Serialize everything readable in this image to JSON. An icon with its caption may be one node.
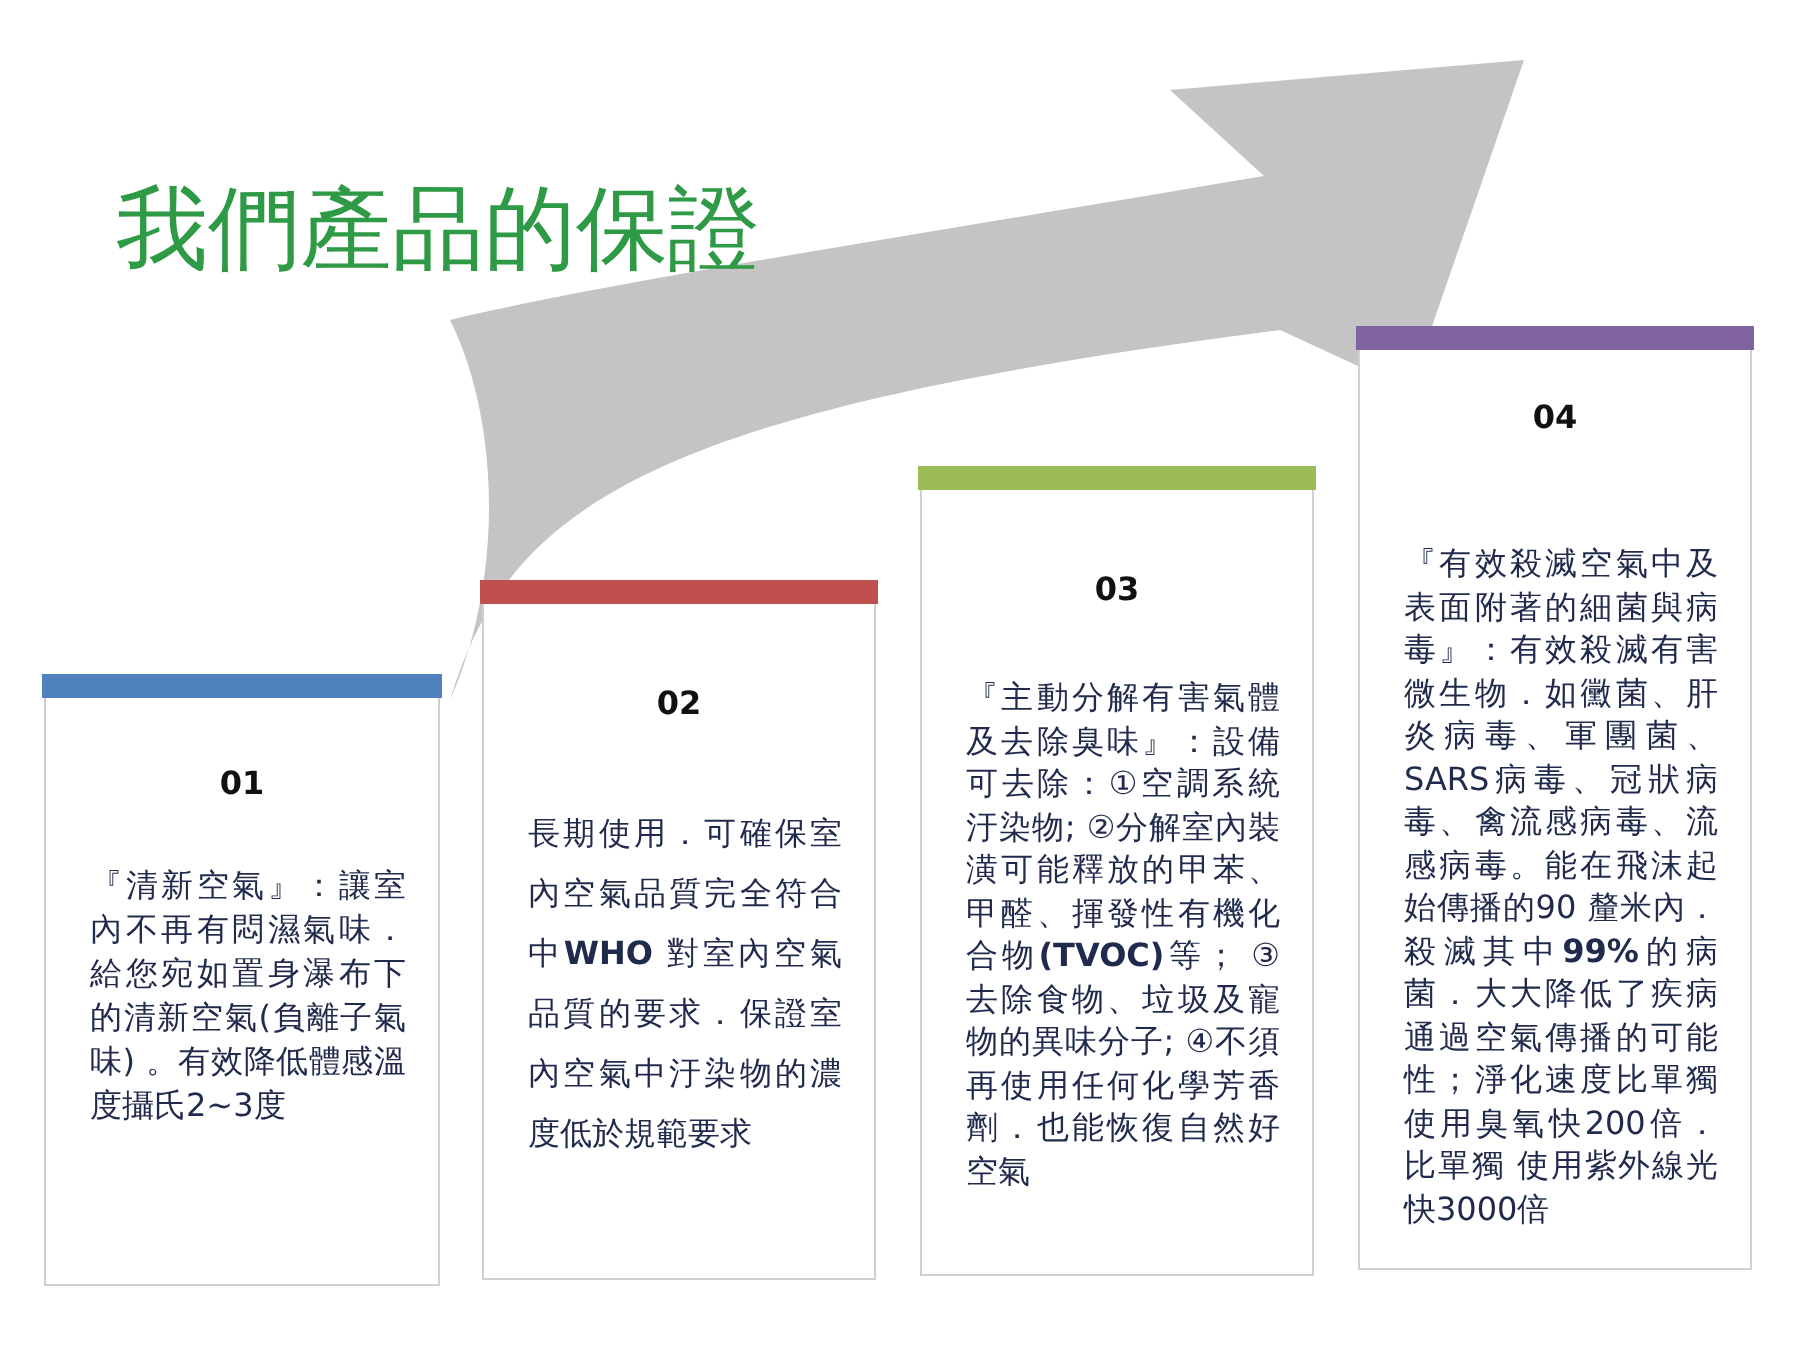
{
  "diagram": {
    "title": "我們產品的保證",
    "nodes": [
      {
        "text": [
          "01",
          "『清新空氣』：讓室內不再有悶濕氣味．給您宛如置身瀑布下的清新空氣(負離子氣味) 。有效降低體感溫度攝氏2~3度"
        ]
      },
      {
        "text": [
          "02",
          "長期使用．可確保室內空氣品質完全符合中**WHO** 對室內空氣品質的要求．保證室內空氣中汙染物的濃度低於規範要求"
        ]
      },
      {
        "text": [
          "03",
          "『主動分解有害氣體及去除臭味』：設備可去除：①空調系統汙染物; ②分解室內裝潢可能釋放的甲苯、甲醛、揮發性有機化合物**(TVOC)**等； ③去除食物、垃圾及寵物的異味分子; ④不須再使用任何化學芳香劑．也能恢復自然好空氣"
        ]
      },
      {
        "text": [
          "04",
          "『有效殺滅空氣中及表面附著的細菌與病毒』：有效殺滅有害微生物．如黴菌、肝炎病毒、軍團菌、SARS病毒、冠狀病毒、禽流感病毒、流感病毒。能在飛沫起始傳播的90 釐米內．殺滅其中**99%**的病菌．大大降低了疾病通過空氣傳播的可能性；淨化速度比單獨使用臭氧快200倍．比單獨 使用紫外線光快3000倍"
        ]
      }
    ]
  }
}
